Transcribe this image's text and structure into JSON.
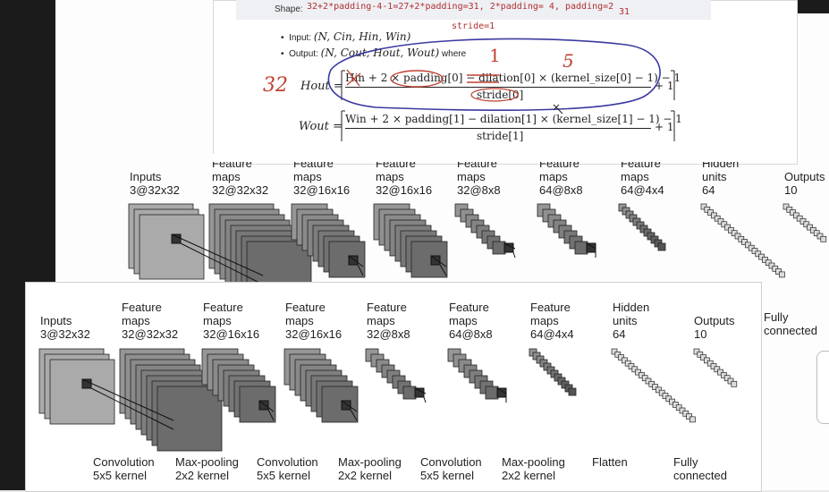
{
  "doc": {
    "shape_label": "Shape:",
    "shape_annotation": "32+2*padding-4-1=27+2*padding=31, 2*padding= 4, padding=2",
    "shape_annotation_2": "31",
    "stride_annotation": "stride=1",
    "input_label": "Input:",
    "input_math": "(N, Cin, Hin, Win)",
    "output_label": "Output:",
    "output_math": "(N, Cout, Hout, Wout)",
    "output_where": "where",
    "hout_label": "Hout =",
    "hout_num": "Hin + 2 × padding[0] − dilation[0] × (kernel_size[0] − 1) − 1",
    "hout_den": "stride[0]",
    "hout_plus": "+ 1",
    "wout_label": "Wout =",
    "wout_num": "Win + 2 × padding[1] − dilation[1] × (kernel_size[1] − 1) − 1",
    "wout_den": "stride[1]",
    "wout_plus": "+ 1",
    "handwritten_32": "32",
    "handwritten_1": "1",
    "handwritten_5": "5"
  },
  "top_diagram": {
    "labels": [
      "Inputs\n3@32x32",
      "Feature\nmaps\n32@32x32",
      "Feature\nmaps\n32@16x16",
      "Feature\nmaps\n32@16x16",
      "Feature\nmaps\n32@8x8",
      "Feature\nmaps\n64@8x8",
      "Feature\nmaps\n64@4x4",
      "Hidden\nunits\n64",
      "Outputs\n10"
    ]
  },
  "bottom_diagram": {
    "labels": [
      "Inputs\n3@32x32",
      "Feature\nmaps\n32@32x32",
      "Feature\nmaps\n32@16x16",
      "Feature\nmaps\n32@16x16",
      "Feature\nmaps\n32@8x8",
      "Feature\nmaps\n64@8x8",
      "Feature\nmaps\n64@4x4",
      "Hidden\nunits\n64",
      "Outputs\n10"
    ],
    "ops": [
      "Convolution\n5x5 kernel",
      "Max-pooling\n2x2 kernel",
      "Convolution\n5x5 kernel",
      "Max-pooling\n2x2 kernel",
      "Convolution\n5x5 kernel",
      "Max-pooling\n2x2 kernel",
      "Flatten",
      "Fully\nconnected"
    ],
    "side_label": "Fully\nconnected"
  },
  "colors": {
    "annotation_red": "#c04030",
    "circle_blue": "#3a3aa0"
  }
}
